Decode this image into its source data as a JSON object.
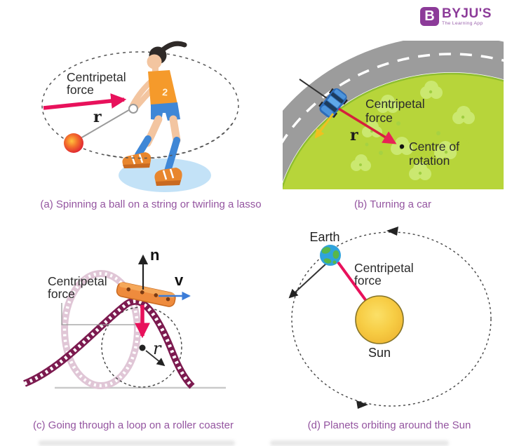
{
  "logo": {
    "mark": "B",
    "brand": "BYJU'S",
    "tagline": "The Learning App",
    "brand_color": "#8C3B99"
  },
  "colors": {
    "caption_purple": "#9455A0",
    "force_arrow_pink": "#E8115B",
    "car_arrow_red": "#D5203C",
    "velocity_blue": "#3B7CD8",
    "road_gray": "#9C9C9C",
    "grass_green": "#B7D53A",
    "track_maroon": "#7C1A4F",
    "sun_yellow": "#F7CD45",
    "coaster_orange": "#EE8B3D"
  },
  "panels": {
    "a": {
      "caption": "(a) Spinning a ball on a string or twirling a lasso",
      "force_line1": "Centripetal",
      "force_line2": "force",
      "radius_label": "r",
      "jersey_number": "2"
    },
    "b": {
      "caption": "(b) Turning a car",
      "force_line1": "Centripetal",
      "force_line2": "force",
      "radius_label": "r",
      "center_line1": "Centre of",
      "center_line2": "rotation"
    },
    "c": {
      "caption": "(c) Going through a loop on a roller coaster",
      "force_line1": "Centripetal",
      "force_line2": "force",
      "radius_label": "r",
      "normal_label": "n",
      "velocity_label": "v"
    },
    "d": {
      "caption": "(d) Planets orbiting around the Sun",
      "force_line1": "Centripetal",
      "force_line2": "force",
      "earth_label": "Earth",
      "sun_label": "Sun"
    }
  }
}
